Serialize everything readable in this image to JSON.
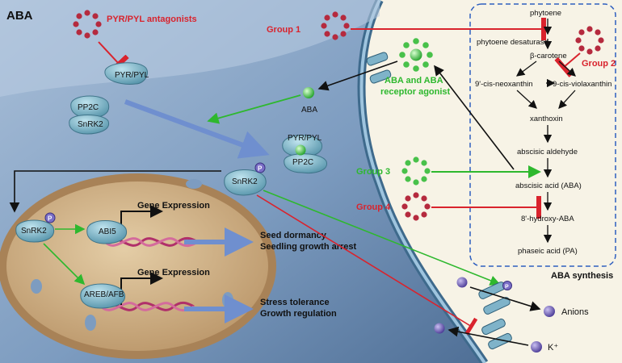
{
  "figure": {
    "corner_title": "ABA",
    "synthesis_title": "ABA synthesis",
    "antagonists_label": "PYR/PYL antagonists",
    "groups": {
      "g1": "Group 1",
      "g2": "Group 2",
      "g3": "Group 3",
      "g4": "Group 4"
    },
    "aba_agonist_line1": "ABA and ABA",
    "aba_agonist_line2": "receptor agonist",
    "proteins": {
      "pyr_top": "PYR/PYL",
      "pp2c_left": "PP2C",
      "snrk2_left": "SnRK2",
      "aba": "ABA",
      "pyr_complex": "PYR/PYL",
      "pp2c_complex": "PP2C",
      "snrk2_mid": "SnRK2",
      "phospho": "P",
      "snrk2_nucleus": "SnRK2",
      "abi5": "ABI5",
      "areb": "AREB/AFB"
    },
    "gene_expression_1": "Gene Expression",
    "gene_expression_2": "Gene Expression",
    "outcomes": {
      "o1_line1": "Seed dormancy",
      "o1_line2": "Seedling growth arrest",
      "o2_line1": "Stress tolerance",
      "o2_line2": "Growth regulation"
    },
    "ions": {
      "anions": "Anions",
      "k": "K⁺"
    },
    "pathway": [
      "phytoene",
      "phytoene desaturase",
      "β-carotene",
      "9'-cis-neoxanthin",
      "9-cis-violaxanthin",
      "xanthoxin",
      "abscisic aldehyde",
      "abscisic acid (ABA)",
      "8'-hydroxy-ABA",
      "phaseic acid (PA)"
    ]
  },
  "colors": {
    "inhibit_red": "#d9232d",
    "activate_green": "#2eb82e",
    "cell_blue": "#6f8fb4",
    "nucleus_tan": "#c8a878",
    "dna_pink": "#b0306a",
    "ion_purple": "#5b4aa8"
  }
}
